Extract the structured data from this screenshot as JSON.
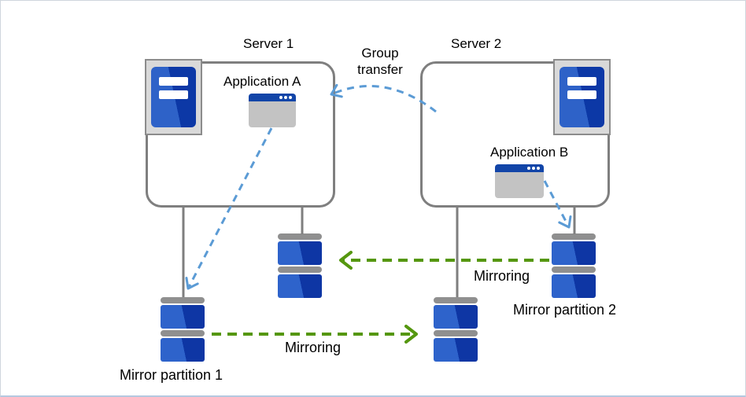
{
  "servers": {
    "server1": {
      "label": "Server 1",
      "application": "Application A"
    },
    "server2": {
      "label": "Server 2",
      "application": "Application B"
    }
  },
  "labels": {
    "group_transfer": "Group transfer",
    "mirroring_top": "Mirroring",
    "mirroring_bottom": "Mirroring",
    "mirror_partition_1": "Mirror partition 1",
    "mirror_partition_2": "Mirror partition 2"
  },
  "icons": {
    "server": "server-tower-icon",
    "application": "app-window-icon",
    "disk": "disk-stack-icon"
  },
  "colors": {
    "disk_blue_light": "#2e63cb",
    "disk_blue_dark": "#0e36a4",
    "app_titlebar_blue": "#1245a8",
    "arrow_blue": "#5b9bd5",
    "arrow_green": "#55970f",
    "connector_grey": "#7f7f7f",
    "cap_grey": "#8f8f8f",
    "icon_bg_grey": "#d9d9d9"
  }
}
